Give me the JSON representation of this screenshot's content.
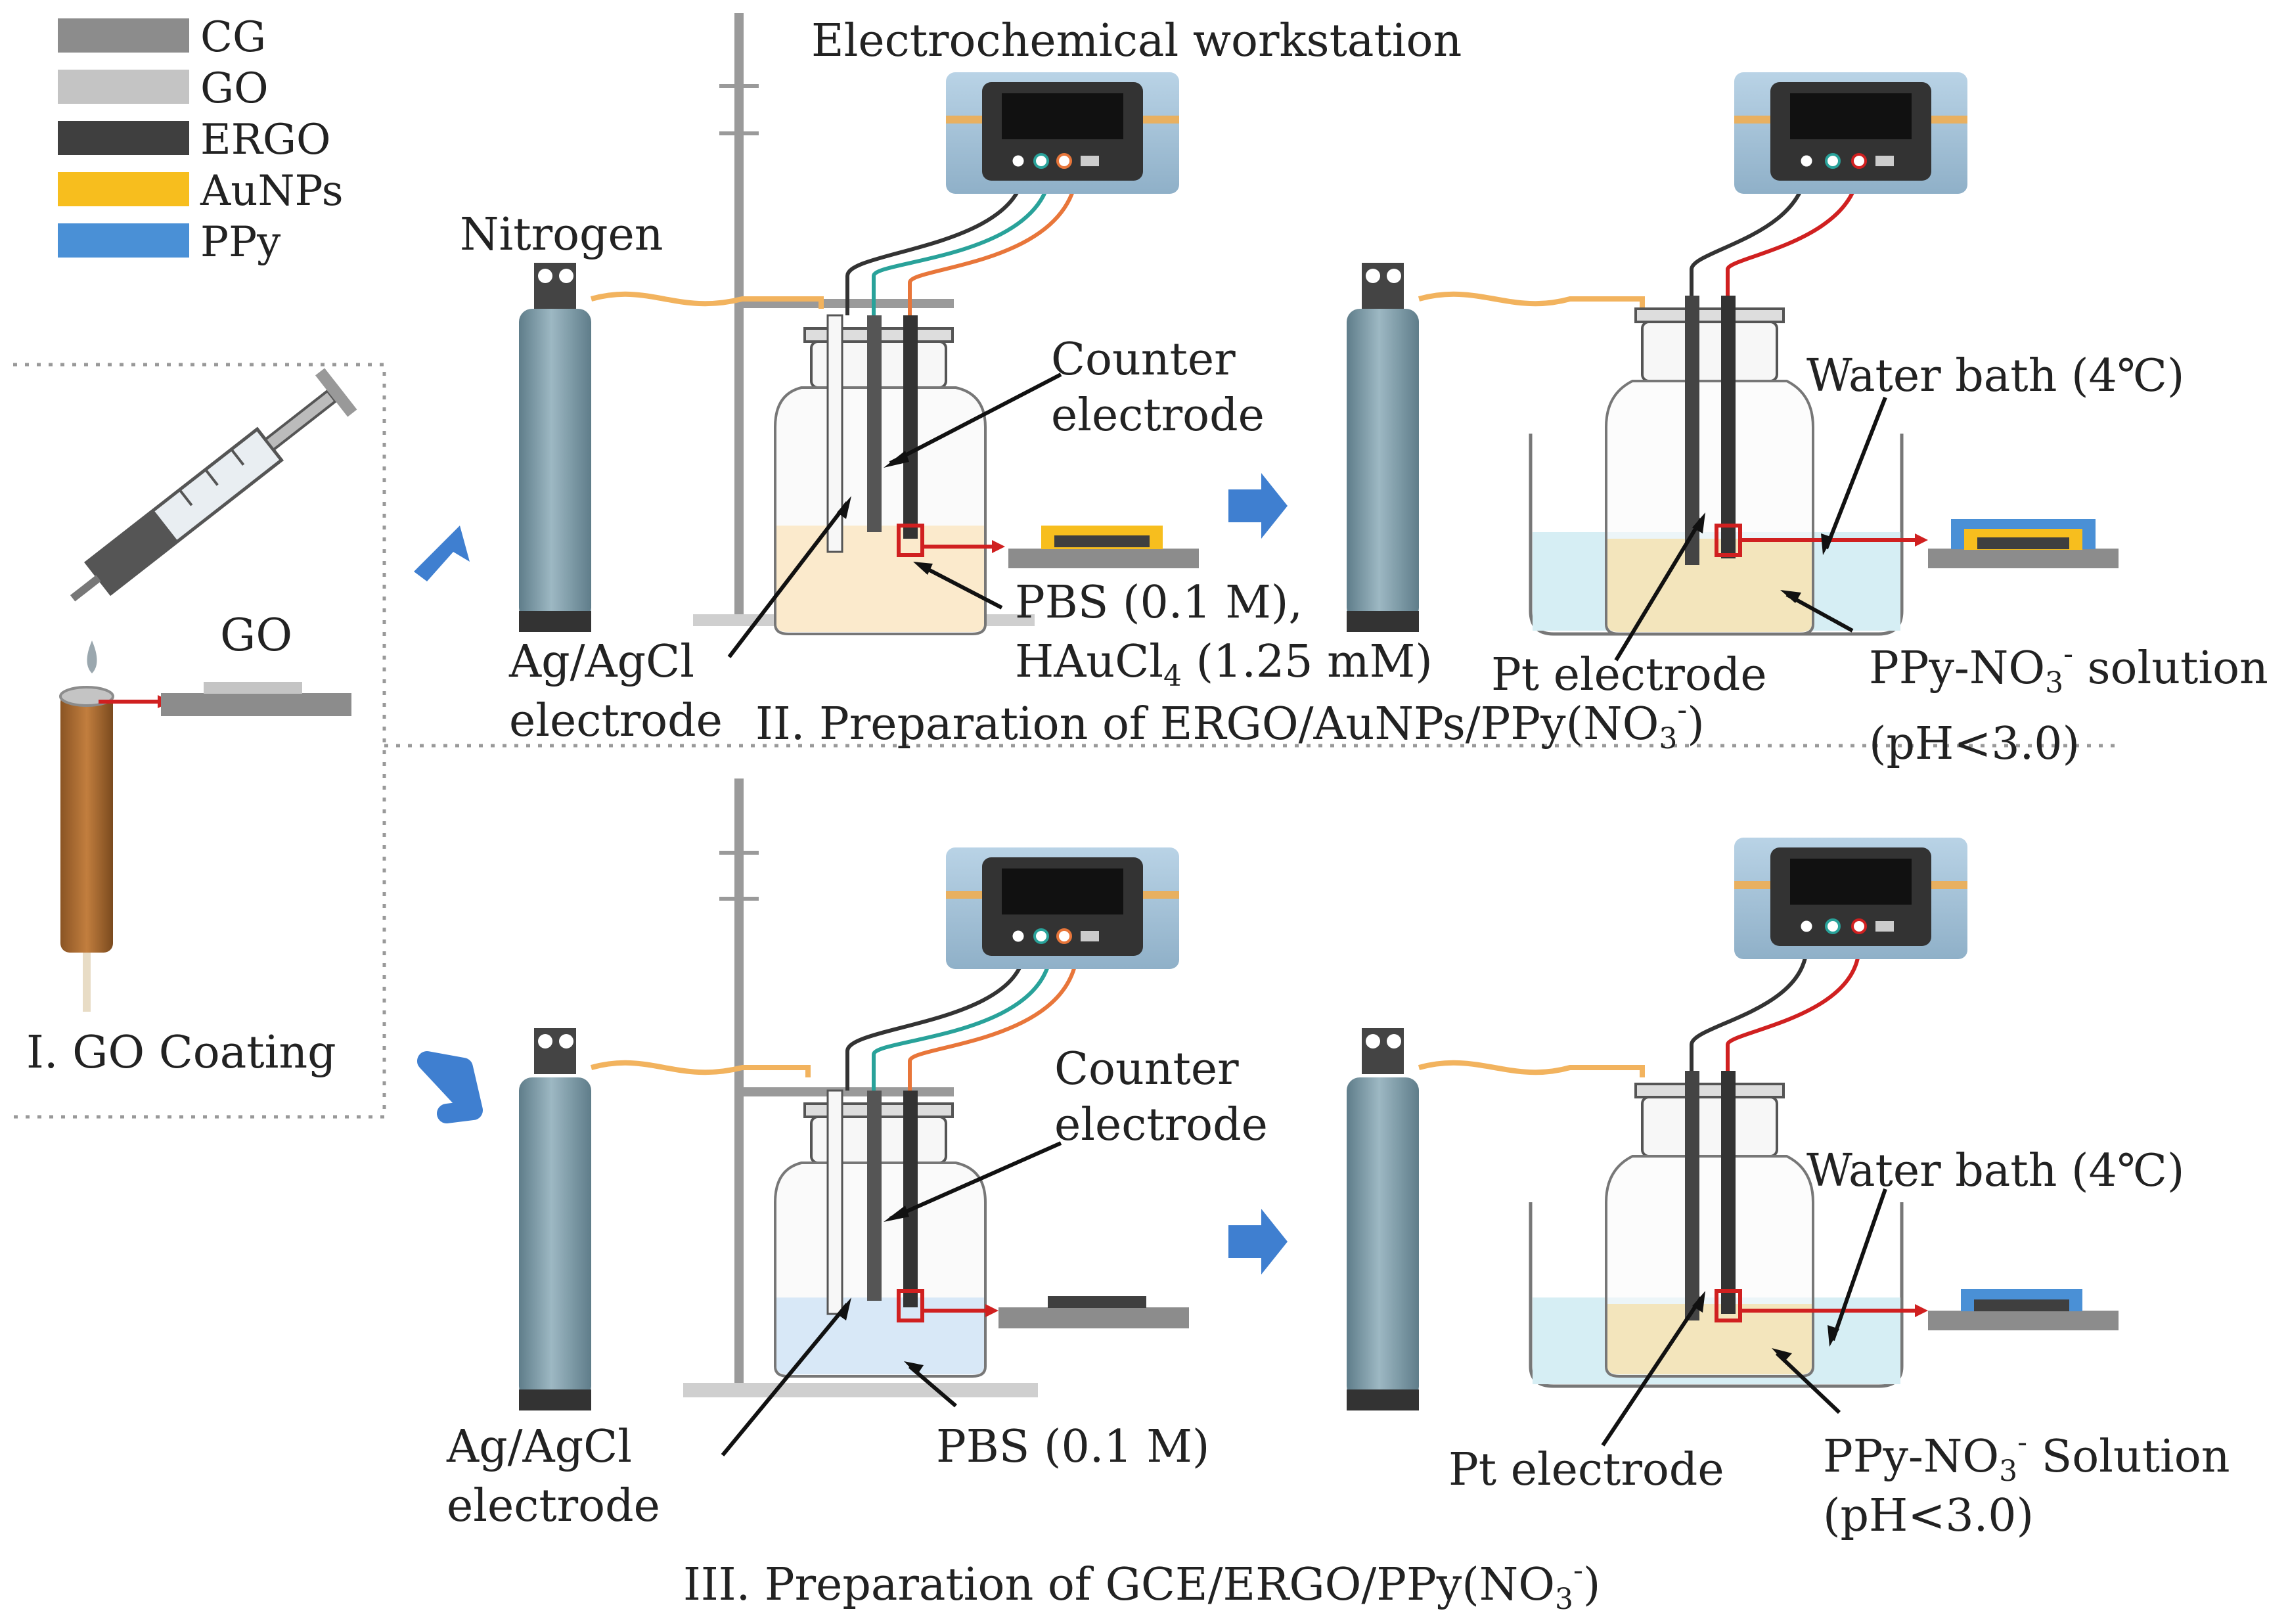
{
  "legend": [
    {
      "label": "CG",
      "color": "#8c8c8c"
    },
    {
      "label": "GO",
      "color": "#c4c4c4"
    },
    {
      "label": "ERGO",
      "color": "#3f3f3f"
    },
    {
      "label": "AuNPs",
      "color": "#f7be1e"
    },
    {
      "label": "PPy",
      "color": "#4a90d6"
    }
  ],
  "labels": {
    "workstation": "Electrochemical workstation",
    "nitrogen": "Nitrogen",
    "go": "GO",
    "step1": "I. GO Coating",
    "counter1a": "Counter",
    "counter1b": "electrode",
    "ref1a": "Ag/AgCl",
    "ref1b": "electrode",
    "sol1a": "PBS (0.1 M),",
    "sol1b": "HAuCl",
    "sol1b_sub": "4",
    "sol1b_rest": " (1.25 mM)",
    "step2": "II. Preparation of ERGO/AuNPs/PPy(NO",
    "step2_sub": "3",
    "step2_sup": "-",
    "step2_end": ")",
    "bath1": "Water bath (4℃)",
    "pt1": "Pt electrode",
    "ppysol1": "PPy-NO",
    "ppysol1_sub": "3",
    "ppysol1_sup": "-",
    "ppysol1_end": " solution",
    "ph1": "(pH<3.0)",
    "counter2a": "Counter",
    "counter2b": "electrode",
    "ref2a": "Ag/AgCl",
    "ref2b": "electrode",
    "sol2": "PBS (0.1 M)",
    "bath2": "Water bath (4℃)",
    "pt2": "Pt electrode",
    "ppysol2": "PPy-NO",
    "ppysol2_sub": "3",
    "ppysol2_sup": "-",
    "ppysol2_end": " Solution",
    "ph2": "(pH<3.0)",
    "step3": "III. Preparation of GCE/ERGO/PPy(NO",
    "step3_sub": "3",
    "step3_sup": "-",
    "step3_end": ")"
  },
  "colors": {
    "cylinder": "#7f9aa6",
    "tube": "#f2b35e",
    "arrow": "#3f7fd0",
    "red": "#d02020",
    "device": "#a9c6dc"
  }
}
